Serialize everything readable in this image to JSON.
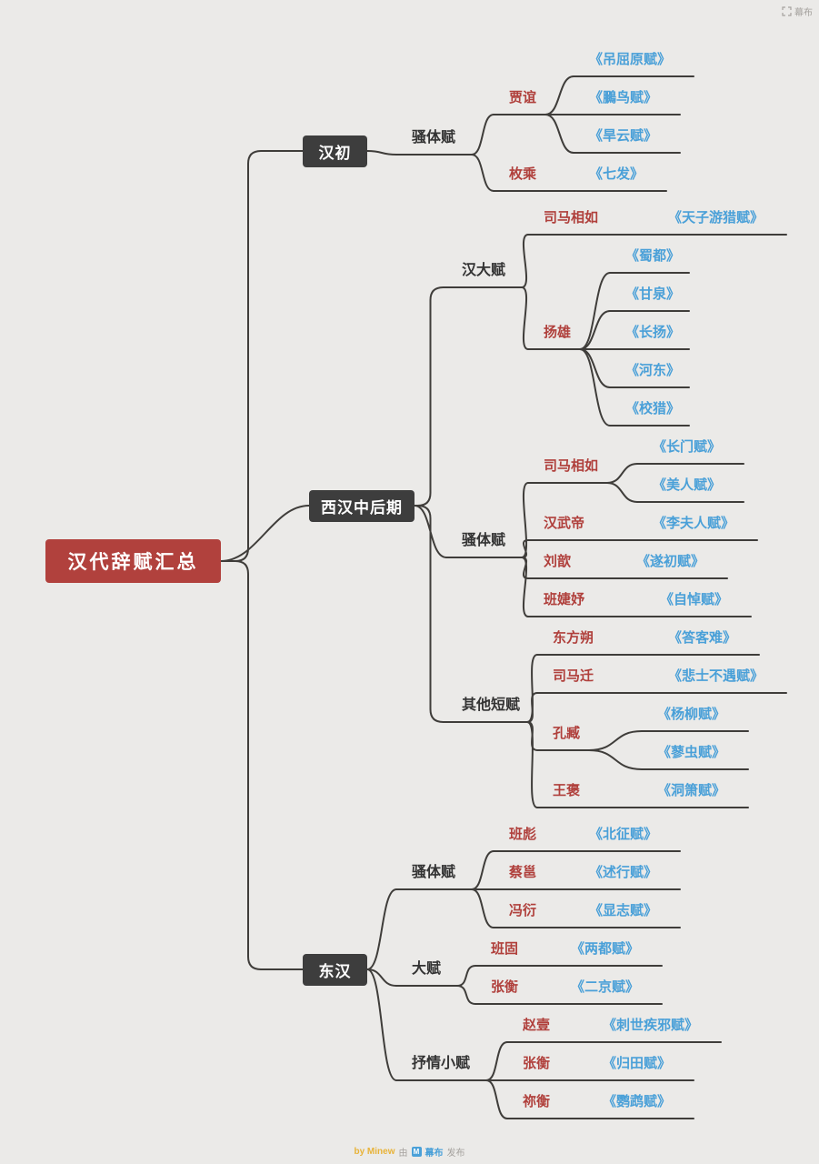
{
  "colors": {
    "bg": "#ebeae8",
    "line": "#3f3d3a",
    "root-bg": "#b1413d",
    "branch-bg": "#3d3d3d",
    "label": "#333333",
    "author": "#b0403c",
    "work": "#4aa0d8",
    "muted": "#a5a29e",
    "accent-yellow": "#e8b339"
  },
  "brand": {
    "corner_label": "幕布"
  },
  "watermark": {
    "by": "by Minew",
    "via": "由",
    "logo": "M",
    "brand": "幕布",
    "action": "发布"
  },
  "mindmap": {
    "root": "汉代辞赋汇总",
    "branches": [
      {
        "label": "汉初",
        "groups": [
          {
            "label": "骚体赋",
            "authors": [
              {
                "name": "贾谊",
                "works": [
                  "《吊屈原赋》",
                  "《鵩鸟赋》",
                  "《旱云赋》"
                ]
              },
              {
                "name": "枚乘",
                "works": [
                  "《七发》"
                ]
              }
            ]
          }
        ]
      },
      {
        "label": "西汉中后期",
        "groups": [
          {
            "label": "汉大赋",
            "authors": [
              {
                "name": "司马相如",
                "works": [
                  "《天子游猎赋》"
                ]
              },
              {
                "name": "扬雄",
                "works": [
                  "《蜀都》",
                  "《甘泉》",
                  "《长扬》",
                  "《河东》",
                  "《校猎》"
                ]
              }
            ]
          },
          {
            "label": "骚体赋",
            "authors": [
              {
                "name": "司马相如",
                "works": [
                  "《长门赋》",
                  "《美人赋》"
                ]
              },
              {
                "name": "汉武帝",
                "works": [
                  "《李夫人赋》"
                ]
              },
              {
                "name": "刘歆",
                "works": [
                  "《遂初赋》"
                ]
              },
              {
                "name": "班婕妤",
                "works": [
                  "《自悼赋》"
                ]
              }
            ]
          },
          {
            "label": "其他短赋",
            "authors": [
              {
                "name": "东方朔",
                "works": [
                  "《答客难》"
                ]
              },
              {
                "name": "司马迁",
                "works": [
                  "《悲士不遇赋》"
                ]
              },
              {
                "name": "孔臧",
                "works": [
                  "《杨柳赋》",
                  "《蓼虫赋》"
                ]
              },
              {
                "name": "王褒",
                "works": [
                  "《洞箫赋》"
                ]
              }
            ]
          }
        ]
      },
      {
        "label": "东汉",
        "groups": [
          {
            "label": "骚体赋",
            "authors": [
              {
                "name": "班彪",
                "works": [
                  "《北征赋》"
                ]
              },
              {
                "name": "蔡邕",
                "works": [
                  "《述行赋》"
                ]
              },
              {
                "name": "冯衍",
                "works": [
                  "《显志赋》"
                ]
              }
            ]
          },
          {
            "label": "大赋",
            "authors": [
              {
                "name": "班固",
                "works": [
                  "《两都赋》"
                ]
              },
              {
                "name": "张衡",
                "works": [
                  "《二京赋》"
                ]
              }
            ]
          },
          {
            "label": "抒情小赋",
            "authors": [
              {
                "name": "赵壹",
                "works": [
                  "《刺世疾邪赋》"
                ]
              },
              {
                "name": "张衡",
                "works": [
                  "《归田赋》"
                ]
              },
              {
                "name": "祢衡",
                "works": [
                  "《鹦鹉赋》"
                ]
              }
            ]
          }
        ]
      }
    ]
  }
}
